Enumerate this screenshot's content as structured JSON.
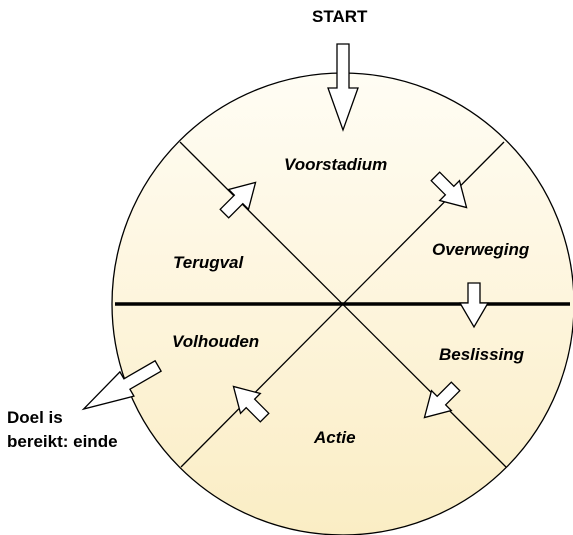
{
  "diagram": {
    "start_label": "START",
    "end_label_line1": "Doel is",
    "end_label_line2": "bereikt: einde",
    "phases": {
      "voorstadium": "Voorstadium",
      "overweging": "Overweging",
      "beslissing": "Beslissing",
      "actie": "Actie",
      "volhouden": "Volhouden",
      "terugval": "Terugval"
    }
  },
  "colors": {
    "fill_light": "#fffdf5",
    "fill_dark": "#fbefcb",
    "stroke": "#000000"
  }
}
